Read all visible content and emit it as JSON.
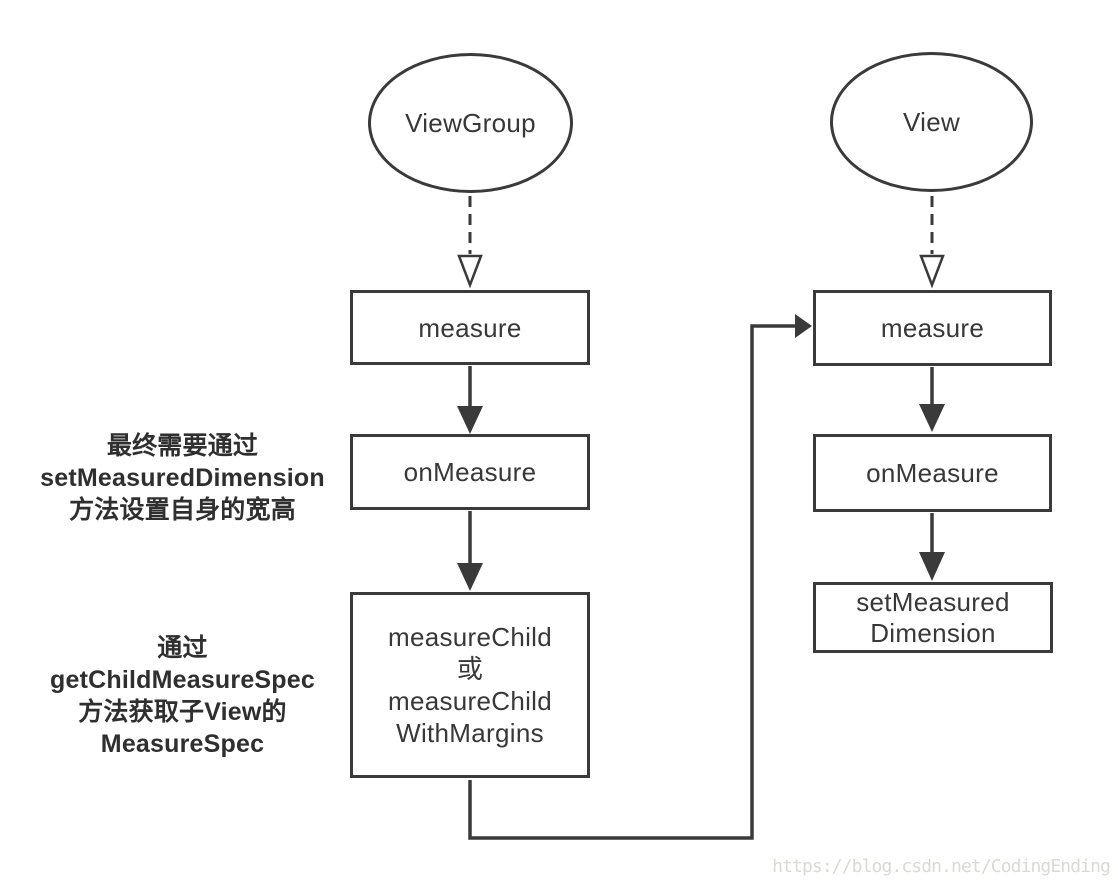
{
  "diagram": {
    "left_flow": {
      "entity_label": "ViewGroup",
      "measure_label": "measure",
      "on_measure_label": "onMeasure",
      "measure_child_lines": [
        "measureChild",
        "或",
        "measureChild",
        "WithMargins"
      ]
    },
    "right_flow": {
      "entity_label": "View",
      "measure_label": "measure",
      "on_measure_label": "onMeasure",
      "set_measured_dimension_lines": [
        "setMeasured",
        "Dimension"
      ]
    },
    "annotations": {
      "on_measure_note_lines": [
        "最终需要通过",
        "setMeasuredDimension",
        "方法设置自身的宽高"
      ],
      "measure_child_note_lines": [
        "通过",
        "getChildMeasureSpec",
        "方法获取子View的",
        "MeasureSpec"
      ]
    },
    "colors": {
      "stroke": "#3a3a3a",
      "text": "#383838",
      "annotation_text": "#2f2f2f",
      "background": "#ffffff",
      "watermark": "#dadad4"
    }
  },
  "watermark_text": "https://blog.csdn.net/CodingEnding"
}
